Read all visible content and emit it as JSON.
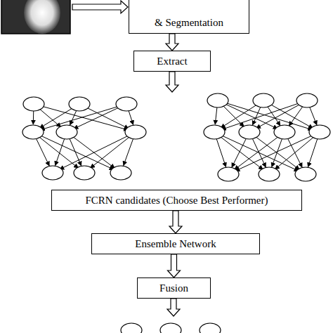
{
  "diagram": {
    "nodes": [
      {
        "text": [
          "& Segmentation"
        ]
      },
      {
        "text": [
          "Extract"
        ]
      },
      {
        "text": [
          "FCRN candidates (Choose Best Performer)"
        ]
      },
      {
        "text": [
          "Ensemble Network"
        ]
      },
      {
        "text": [
          "Fusion"
        ]
      }
    ],
    "edges": [
      {
        "from": 0,
        "to": 1,
        "arrow": "to"
      },
      {
        "from": 2,
        "to": 3,
        "arrow": "to"
      },
      {
        "from": 3,
        "to": 4,
        "arrow": "to"
      }
    ]
  }
}
